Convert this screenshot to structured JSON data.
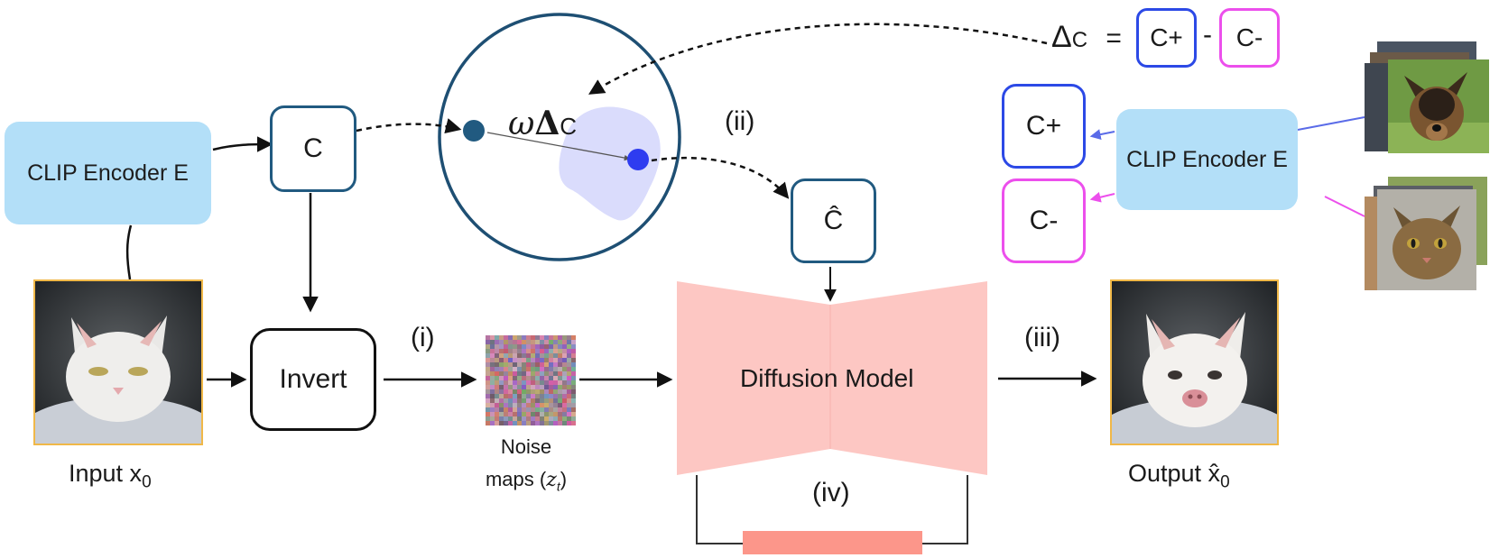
{
  "left_encoder": {
    "label": "CLIP Encoder E"
  },
  "right_encoder": {
    "label": "CLIP Encoder E"
  },
  "c_box": {
    "label": "C"
  },
  "c_hat_box": {
    "label": "Ĉ"
  },
  "c_plus_box": {
    "label": "C+"
  },
  "c_minus_box": {
    "label": "C-"
  },
  "invert_box": {
    "label": "Invert"
  },
  "diffusion_model": {
    "label": "Diffusion Model"
  },
  "delta_equation": {
    "lhs": "Δ",
    "sub": "C",
    "equals": "=",
    "plus_term": "C+",
    "minus_sign": "-",
    "minus_term": "C-"
  },
  "latent_edit": {
    "omega": "ω",
    "delta": "Δ",
    "sub": "C"
  },
  "steps": {
    "i": "(i)",
    "ii": "(ii)",
    "iii": "(iii)",
    "iv": "(iv)"
  },
  "input_caption": {
    "text": "Input x",
    "sub": "0"
  },
  "output_caption": {
    "text": "Output x̂",
    "sub": "0"
  },
  "noise_caption": {
    "line1": "Noise",
    "line2_pre": "maps (",
    "line2_var": "z",
    "line2_sub": "t",
    "line2_post": ")"
  },
  "colors": {
    "clip_fill": "#b3dff8",
    "teal_border": "#215a80",
    "blue_border": "#2c49e6",
    "pink_border": "#ec4fec",
    "diffusion_fill": "#fdc7c3",
    "bar_fill": "#fc968a",
    "blob_fill": "#dadcfc",
    "source_dot": "#215a80",
    "target_dot": "#2e3cf0"
  }
}
